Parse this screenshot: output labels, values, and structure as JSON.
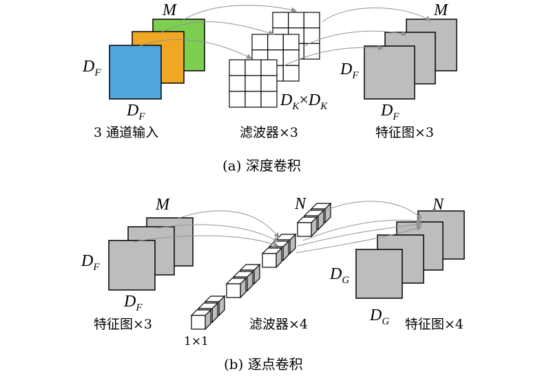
{
  "depthwise": {
    "input_channels": "M",
    "input_dim": "D",
    "input_dim_sub": "F",
    "input_label": "3 通道输入",
    "filter_label": "滤波器×3",
    "filter_size_a": "D",
    "filter_size_a_sub": "K",
    "filter_size_times": "×",
    "filter_size_b": "D",
    "filter_size_b_sub": "K",
    "output_channels": "M",
    "output_dim": "D",
    "output_dim_sub": "F",
    "output_label": "特征图×3",
    "caption": "(a) 深度卷积",
    "colors": {
      "back": "#7ccf4f",
      "middle": "#f0a824",
      "front": "#4ea6dc"
    }
  },
  "pointwise": {
    "input_channels": "M",
    "input_dim": "D",
    "input_dim_sub": "F",
    "input_label": "特征图×3",
    "filter_count": "N",
    "filter_size": "1×1",
    "filter_label": "滤波器×4",
    "output_channels": "N",
    "output_dim": "D",
    "output_dim_sub": "G",
    "output_label": "特征图×4",
    "caption": "(b) 逐点卷积"
  },
  "map_color": "#bdbdbd",
  "arrow_color": "#909090"
}
